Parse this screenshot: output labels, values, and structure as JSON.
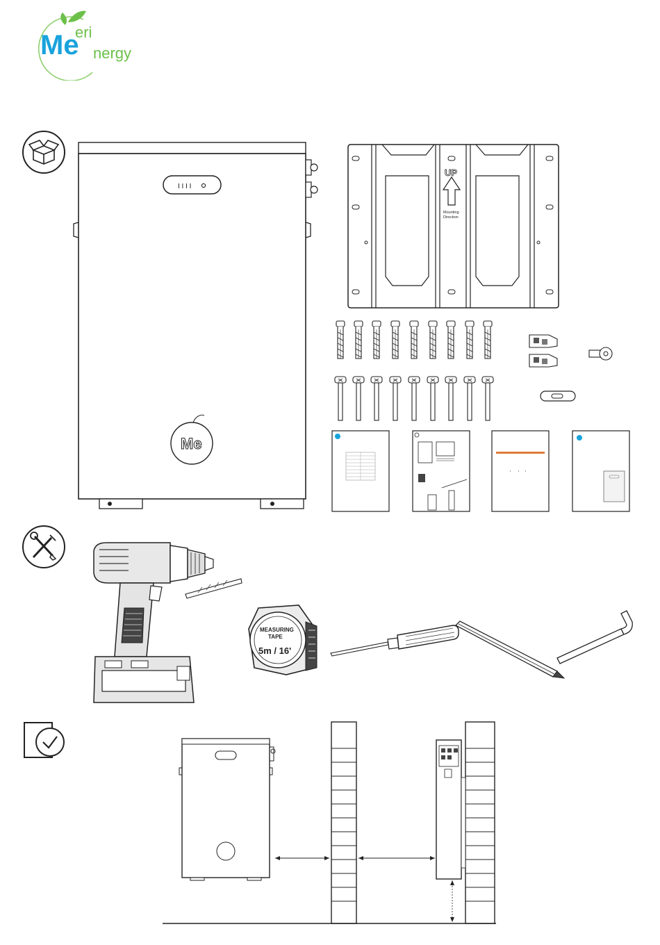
{
  "brand": {
    "logo_word_1": "eri",
    "logo_word_2": "nergy",
    "logo_letters": "Me",
    "green": "#6cc04a",
    "blue": "#19a3dc",
    "circle": "#8fcf6e"
  },
  "sections": {
    "package_icon": "box-open-icon",
    "tools_icon": "screwdriver-wrench-icon",
    "check_icon": "checklist-icon"
  },
  "battery": {
    "indicator_text": "I I I I",
    "logo_letters": "Me"
  },
  "bracket": {
    "up_label": "UP",
    "direction_line_1": "Mounting",
    "direction_line_2": "Direction"
  },
  "tape": {
    "line_1": "MEASURING",
    "line_2": "TAPE",
    "size": "5m / 16'"
  },
  "accessories": {
    "anchor_count": 9,
    "screw_count": 9
  }
}
